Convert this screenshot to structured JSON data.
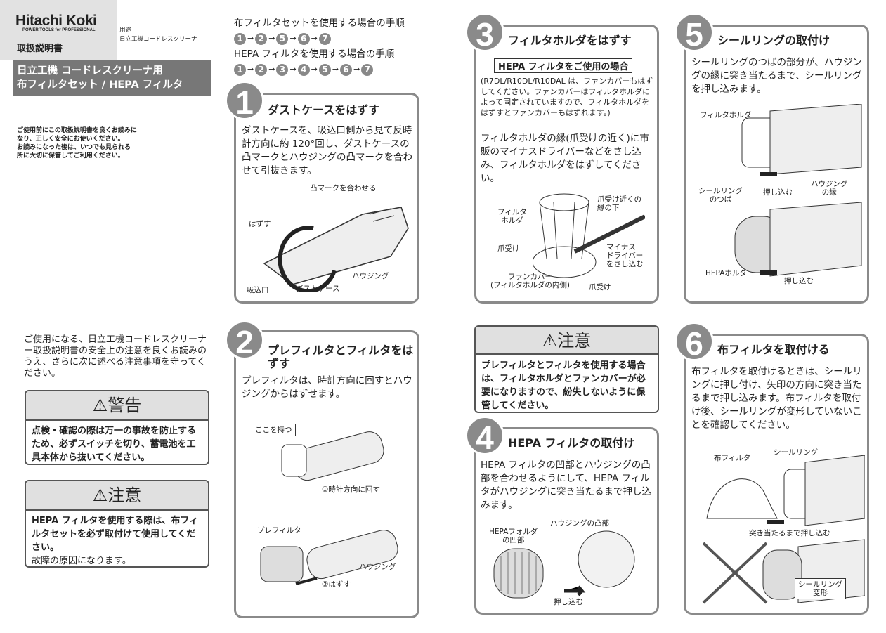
{
  "header": {
    "brand": "Hitachi Koki",
    "tagline": "POWER TOOLS for PROFESSIONAL",
    "doc_type": "取扱説明書",
    "usage_label": "用途",
    "usage_value": "日立工機コードレスクリーナ"
  },
  "title": {
    "line1": "日立工機 コードレスクリーナ用",
    "line2": "布フィルタセット / HEPA フィルタ"
  },
  "intro": [
    "ご使用前にこの取扱説明書を良くお読みに",
    "なり、正しく安全にお使いください。",
    "お読みになった後は、いつでも見られる",
    "所に大切に保管してご利用ください。"
  ],
  "intro2": "ご使用になる、日立工機コードレスクリーナー取扱説明書の安全上の注意を良くお読みのうえ、さらに次に述べる注意事項を守ってください。",
  "warning": {
    "title": "⚠警告",
    "body": "点検・確認の際は万一の事故を防止するため、必ずスイッチを切り、蓄電池を工具本体から抜いてください。"
  },
  "caution_left": {
    "title": "⚠注意",
    "body": "HEPA フィルタを使用する際は、布フィルタセットを必ず取付けて使用してください。",
    "note": "故障の原因になります。"
  },
  "procedures": [
    {
      "title": "布フィルタセットを使用する場合の手順",
      "steps": [
        "1",
        "2",
        "5",
        "6",
        "7"
      ]
    },
    {
      "title": "HEPA フィルタを使用する場合の手順",
      "steps": [
        "1",
        "2",
        "3",
        "4",
        "5",
        "6",
        "7"
      ]
    }
  ],
  "steps": {
    "s1": {
      "num": "1",
      "title": "ダストケースをはずす",
      "text": "ダストケースを、吸込口側から見て反時計方向に約 120°回し、ダストケースの凸マークとハウジングの凸マークを合わせて引抜きます。",
      "labels": [
        "凸マークを合わせる",
        "はずす",
        "ハウジング",
        "吸込口",
        "ダストケース"
      ]
    },
    "s2": {
      "num": "2",
      "title": "プレフィルタとフィルタをはずす",
      "text": "プレフィルタは、時計方向に回すとハウジングからはずせます。",
      "labels": [
        "ここを持つ",
        "①時計方向に回す",
        "プレフィルタ",
        "ハウジング",
        "②はずす"
      ]
    },
    "s3": {
      "num": "3",
      "title": "フィルタホルダをはずす",
      "subtitle": "HEPA フィルタをご使用の場合",
      "note": "(R7DL/R10DL/R10DAL は、ファンカバーもはずしてください。ファンカバーはフィルタホルダによって固定されていますので、フィルタホルダをはずすとファンカバーもはずれます。)",
      "text": "フィルタホルダの縁(爪受けの近く)に市販のマイナスドライバーなどをさし込み、フィルタホルダをはずしてください。",
      "labels": [
        "フィルタ\nホルダ",
        "爪受け近くの\n縁の下",
        "爪受け",
        "マイナス\nドライバー\nをさし込む",
        "ファンカバー\n(フィルタホルダの内側)",
        "爪受け"
      ]
    },
    "caution_mid": {
      "title": "⚠注意",
      "body": "プレフィルタとフィルタを使用する場合は、フィルタホルダとファンカバーが必要になりますので、紛失しないように保管してください。"
    },
    "s4": {
      "num": "4",
      "title": "HEPA フィルタの取付け",
      "text": "HEPA フィルタの凹部とハウジングの凸部を合わせるようにして、HEPA フィルタがハウジングに突き当たるまで押し込みます。",
      "labels": [
        "ハウジングの凸部",
        "HEPAフォルダ\nの凹部",
        "押し込む"
      ]
    },
    "s5": {
      "num": "5",
      "title": "シールリングの取付け",
      "text": "シールリングのつばの部分が、ハウジングの縁に突き当たるまで、シールリングを押し込みます。",
      "labels": [
        "フィルタホルダ",
        "シールリング\nのつば",
        "押し込む",
        "ハウジング\nの縁",
        "HEPAホルダ",
        "押し込む"
      ]
    },
    "s6": {
      "num": "6",
      "title": "布フィルタを取付ける",
      "text": "布フィルタを取付けるときは、シールリングに押し付け、矢印の方向に突き当たるまで押し込みます。布フィルタを取付け後、シールリングが変形していないことを確認してください。",
      "labels": [
        "布フィルタ",
        "シールリング",
        "突き当たるまで押し込む",
        "シールリング\n変形"
      ]
    }
  }
}
